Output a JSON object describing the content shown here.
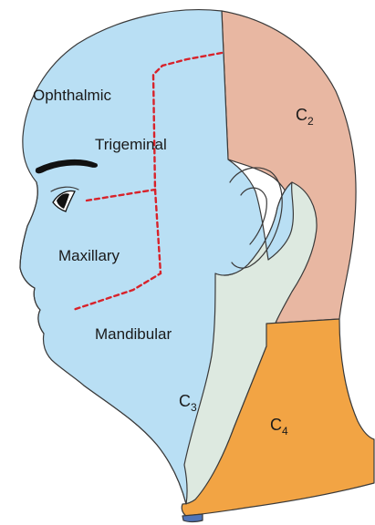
{
  "labels": {
    "ophthalmic": "Ophthalmic",
    "trigeminal": "Trigeminal",
    "maxillary": "Maxillary",
    "mandibular": "Mandibular",
    "c2_letter": "C",
    "c2_sub": "2",
    "c3_letter": "C",
    "c3_sub": "3",
    "c4_letter": "C",
    "c4_sub": "4"
  },
  "colors": {
    "trigeminal_face": "#b9dff4",
    "c2_region": "#e8b7a2",
    "c3_region": "#dde9e0",
    "c4_region": "#f2a444",
    "base_strip": "#4f74b8",
    "divider_line": "#d8222a",
    "outline": "#3a3a3a"
  }
}
